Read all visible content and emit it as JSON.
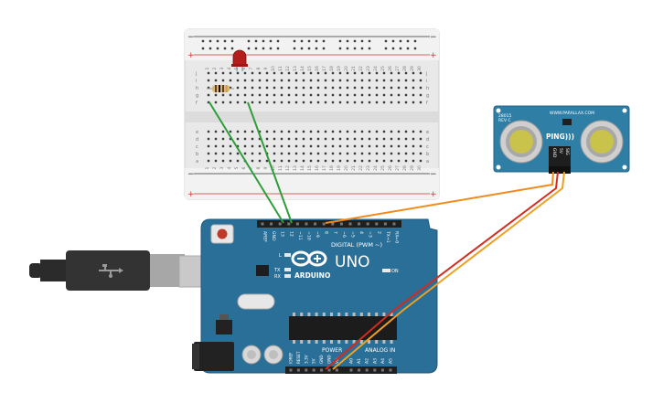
{
  "breadboard": {
    "plus": "+",
    "minus": "−",
    "row_letters_top": [
      "j",
      "i",
      "h",
      "g",
      "f"
    ],
    "row_letters_bottom": [
      "e",
      "d",
      "c",
      "b",
      "a"
    ],
    "column_numbers": [
      "1",
      "2",
      "3",
      "4",
      "5",
      "6",
      "7",
      "8",
      "9",
      "10",
      "11",
      "12",
      "13",
      "14",
      "15",
      "16",
      "17",
      "18",
      "19",
      "20",
      "21",
      "22",
      "23",
      "24",
      "25",
      "26",
      "27",
      "28",
      "29",
      "30"
    ]
  },
  "arduino": {
    "brand": "ARDUINO",
    "model": "UNO",
    "digital_label": "DIGITAL (PWM ~)",
    "power_label": "POWER",
    "analog_label": "ANALOG IN",
    "on_label": "ON",
    "tx_label": "TX",
    "rx_label": "RX",
    "l_label": "L",
    "digital_pins": [
      "AREF",
      "GND",
      "13",
      "12",
      "~11",
      "~10",
      "~9",
      "8",
      "7",
      "~6",
      "~5",
      "4",
      "~3",
      "2",
      "TX→1",
      "RX←0"
    ],
    "power_pins": [
      "IOREF",
      "RESET",
      "3.3V",
      "5V",
      "GND",
      "GND",
      "Vin"
    ],
    "analog_pins": [
      "A0",
      "A1",
      "A2",
      "A3",
      "A4",
      "A5"
    ]
  },
  "sensor": {
    "part_no": "28015",
    "rev": "REV C",
    "brand": "WWW.PARALLAX.COM",
    "name": "PING)))",
    "pins": [
      "GND",
      "5V",
      "SIG"
    ]
  },
  "colors": {
    "board_blue": "#2a6f97",
    "breadboard_bg": "#ececec",
    "rail_red": "#d9302c",
    "wire_green": "#2e9e3a",
    "wire_orange": "#f08c1c",
    "wire_red": "#d42a20",
    "sensor_blue": "#2f7ea6"
  }
}
